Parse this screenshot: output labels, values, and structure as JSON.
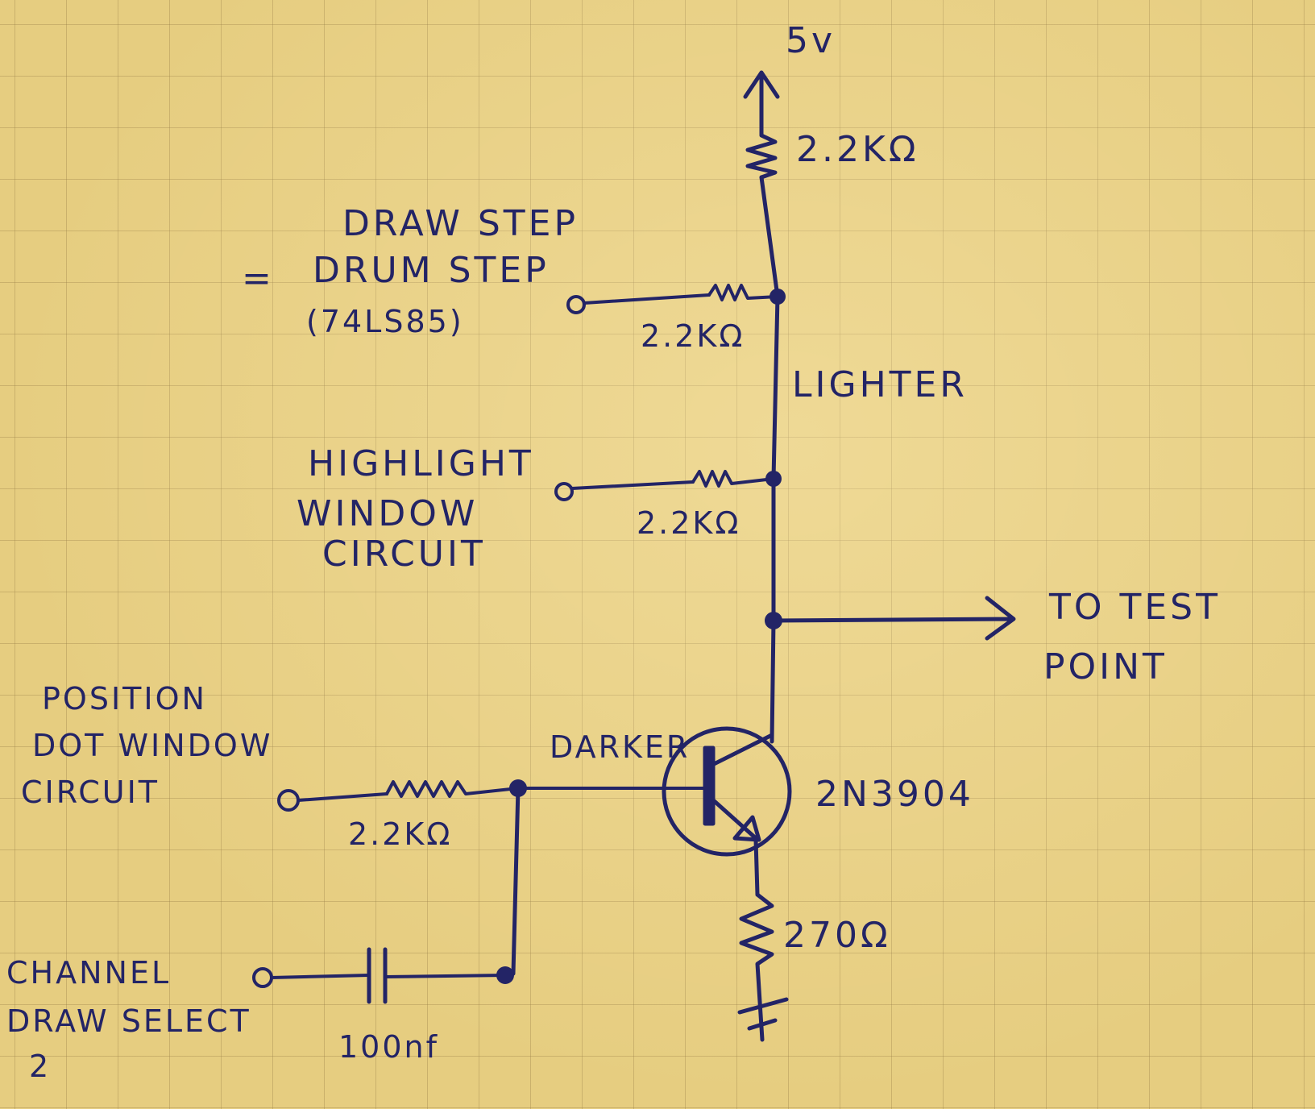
{
  "labels": {
    "supply": "5v",
    "r_top": "2.2KΩ",
    "draw_step_1": "DRAW STEP",
    "draw_step_eq": "=",
    "draw_step_2": "DRUM STEP",
    "draw_step_3": "(74LS85)",
    "r_draw": "2.2KΩ",
    "lighter": "LIGHTER",
    "highlight_1": "HIGHLIGHT",
    "highlight_2": "WINDOW",
    "highlight_3": "CIRCUIT",
    "r_highlight": "2.2KΩ",
    "test_1": "TO TEST",
    "test_2": "POINT",
    "position_1": "POSITION",
    "position_2": "DOT WINDOW",
    "position_3": "CIRCUIT",
    "darker": "DARKER",
    "transistor": "2N3904",
    "r_base": "2.2KΩ",
    "r_emitter": "270Ω",
    "channel_1": "CHANNEL",
    "channel_2": "DRAW SELECT",
    "channel_3": "2",
    "capacitor": "100nf"
  },
  "colors": {
    "ink": "#232466",
    "paper": "#e6cd80",
    "grid": "#967d46"
  }
}
